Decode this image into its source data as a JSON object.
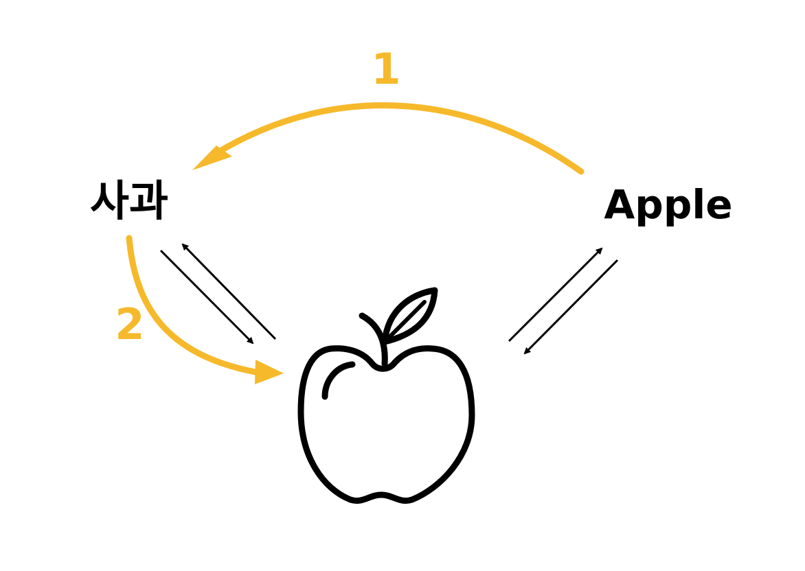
{
  "diagram": {
    "korean_word": "사과",
    "english_word": "Apple",
    "step_one_label": "1",
    "step_two_label": "2"
  },
  "colors": {
    "accent": "#F6B92B",
    "ink": "#000000",
    "background": "#FFFFFF"
  },
  "icons": {
    "center_image": "apple-icon"
  }
}
